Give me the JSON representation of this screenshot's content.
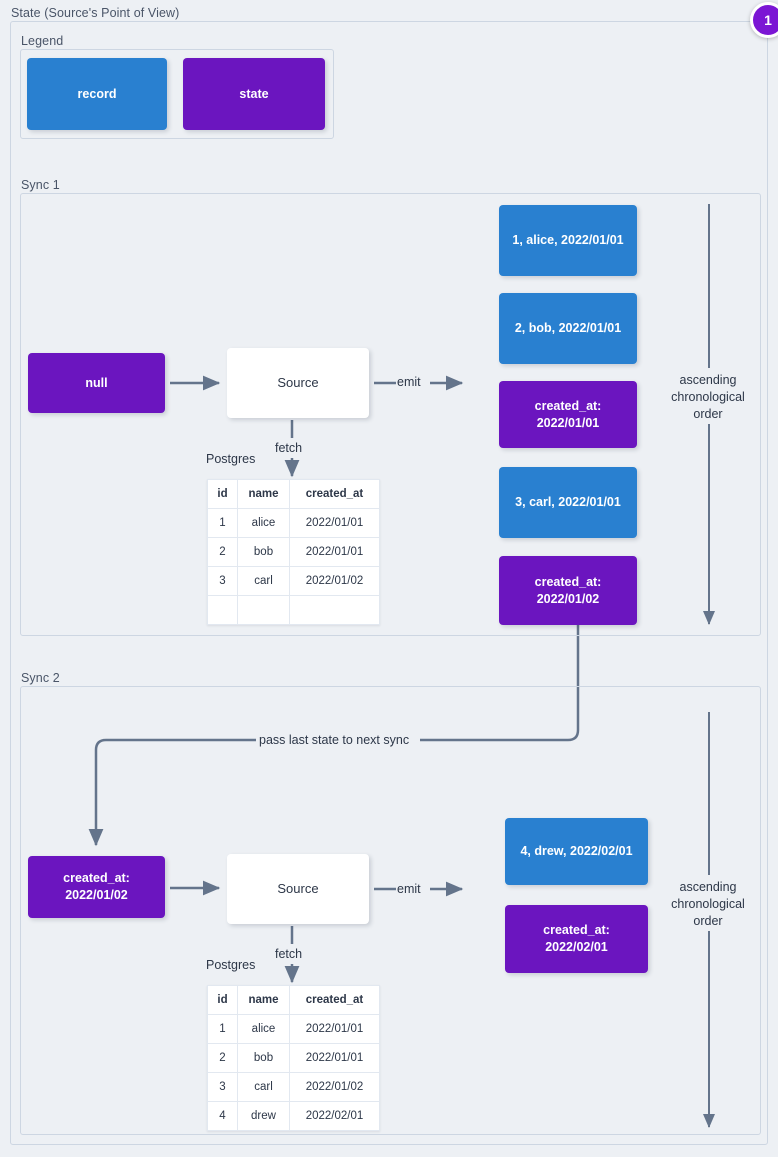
{
  "diagram": {
    "title": "State (Source's Point of View)",
    "badge": "1",
    "accent_record": "#2980d0",
    "accent_state": "#6b15bf",
    "background": "#edf0f4"
  },
  "legend": {
    "label": "Legend",
    "items": [
      {
        "label": "record",
        "color": "#2980d0"
      },
      {
        "label": "state",
        "color": "#6b15bf"
      }
    ]
  },
  "sync1": {
    "label": "Sync 1",
    "state_in": "null",
    "source": "Source",
    "fetch": "fetch",
    "emit": "emit",
    "db_label": "Postgres",
    "order_note": "ascending chronological order",
    "table": {
      "columns": [
        "id",
        "name",
        "created_at"
      ],
      "rows": [
        [
          "1",
          "alice",
          "2022/01/01"
        ],
        [
          "2",
          "bob",
          "2022/01/01"
        ],
        [
          "3",
          "carl",
          "2022/01/02"
        ],
        [
          "",
          "",
          ""
        ]
      ]
    },
    "emitted": [
      {
        "type": "record",
        "text": "1, alice, 2022/01/01"
      },
      {
        "type": "record",
        "text": "2, bob, 2022/01/01"
      },
      {
        "type": "state",
        "line1": "created_at:",
        "line2": "2022/01/01"
      },
      {
        "type": "record",
        "text": "3, carl, 2022/01/01"
      },
      {
        "type": "state",
        "line1": "created_at:",
        "line2": "2022/01/02"
      }
    ]
  },
  "sync2": {
    "label": "Sync 2",
    "state_in_line1": "created_at:",
    "state_in_line2": "2022/01/02",
    "source": "Source",
    "fetch": "fetch",
    "emit": "emit",
    "db_label": "Postgres",
    "order_note": "ascending chronological order",
    "pass_state": "pass last state to next sync",
    "table": {
      "columns": [
        "id",
        "name",
        "created_at"
      ],
      "rows": [
        [
          "1",
          "alice",
          "2022/01/01"
        ],
        [
          "2",
          "bob",
          "2022/01/01"
        ],
        [
          "3",
          "carl",
          "2022/01/02"
        ],
        [
          "4",
          "drew",
          "2022/02/01"
        ]
      ]
    },
    "emitted": [
      {
        "type": "record",
        "text": "4, drew, 2022/02/01"
      },
      {
        "type": "state",
        "line1": "created_at:",
        "line2": "2022/02/01"
      }
    ]
  }
}
